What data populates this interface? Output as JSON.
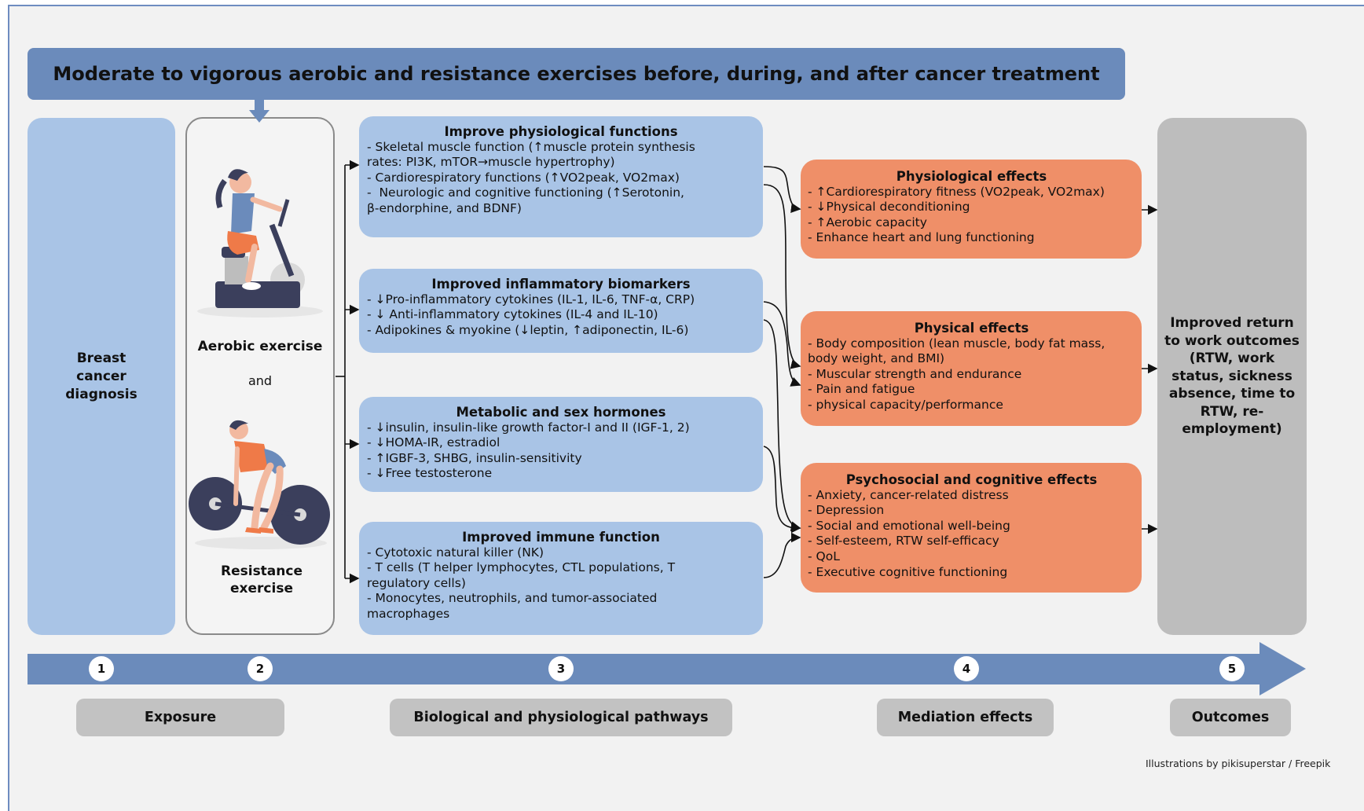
{
  "banner": "Moderate to vigorous aerobic and resistance exercises before, during, and after cancer treatment",
  "diagnosis": "Breast cancer diagnosis",
  "exercise": {
    "aerobic_label": "Aerobic exercise",
    "and_label": "and",
    "resistance_label": "Resistance exercise"
  },
  "pathways": [
    {
      "title": "Improve physiological functions",
      "lines": [
        "- Skeletal muscle function (↑muscle protein synthesis",
        "rates: PI3K, mTOR→muscle hypertrophy)",
        "- Cardiorespiratory functions (↑VO2peak, VO2max)",
        "-  Neurologic and cognitive functioning (↑Serotonin,",
        "β-endorphine, and BDNF)"
      ]
    },
    {
      "title": "Improved inflammatory biomarkers",
      "lines": [
        "- ↓Pro-inflammatory cytokines (IL-1, IL-6, TNF-α, CRP)",
        "- ↓ Anti-inflammatory cytokines (IL-4 and IL-10)",
        "- Adipokines & myokine (↓leptin, ↑adiponectin, IL-6)"
      ]
    },
    {
      "title": "Metabolic and sex hormones",
      "lines": [
        "- ↓insulin, insulin-like growth factor-I and II (IGF-1, 2)",
        "- ↓HOMA-IR, estradiol",
        "- ↑IGBF-3, SHBG, insulin-sensitivity",
        "- ↓Free testosterone"
      ]
    },
    {
      "title": "Improved immune function",
      "lines": [
        "- Cytotoxic natural killer (NK)",
        "- T cells (T helper lymphocytes, CTL populations, T",
        "regulatory cells)",
        "- Monocytes, neutrophils, and tumor-associated",
        "macrophages"
      ]
    }
  ],
  "effects": [
    {
      "title": "Physiological effects",
      "lines": [
        "- ↑Cardiorespiratory fitness (VO2peak, VO2max)",
        "- ↓Physical deconditioning",
        "- ↑Aerobic capacity",
        "- Enhance heart and lung functioning"
      ]
    },
    {
      "title": "Physical effects",
      "lines": [
        "- Body composition (lean muscle, body fat mass,",
        "body weight, and BMI)",
        "- Muscular strength and endurance",
        "- Pain and fatigue",
        "- physical capacity/performance"
      ]
    },
    {
      "title": "Psychosocial and cognitive effects",
      "lines": [
        "- Anxiety, cancer-related distress",
        "- Depression",
        "- Social and emotional well-being",
        "- Self-esteem, RTW self-efficacy",
        "- QoL",
        "- Executive cognitive functioning"
      ]
    }
  ],
  "outcome": "Improved return to work outcomes (RTW, work status, sickness absence,  time to RTW, re-employment)",
  "steps": [
    "1",
    "2",
    "3",
    "4",
    "5"
  ],
  "stages": [
    "Exposure",
    "Biological and physiological pathways",
    "Mediation effects",
    "Outcomes"
  ],
  "credit": "Illustrations by pikisuperstar / Freepik",
  "colors": {
    "banner": "#6b8bbb",
    "pathway_box": "#a9c4e6",
    "effect_box": "#ef8f68",
    "outcome_box": "#bdbdbd",
    "stage_box": "#c2c2c2",
    "timeline": "#6b8bbb"
  }
}
